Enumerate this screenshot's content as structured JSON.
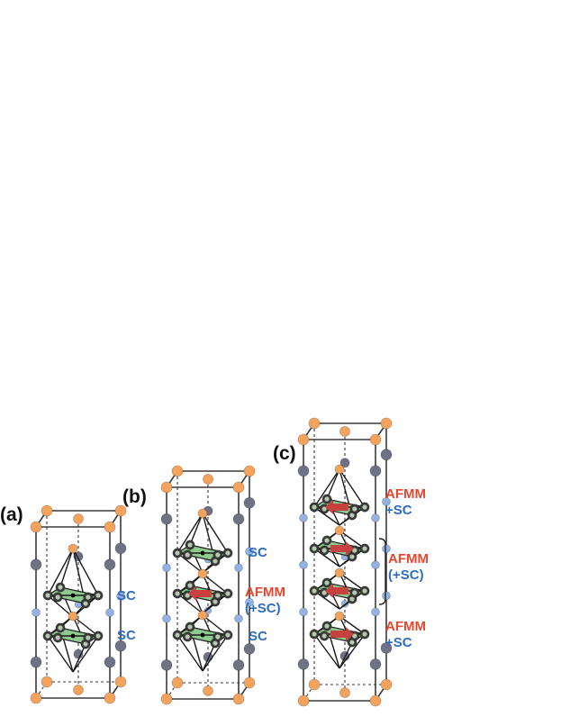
{
  "colors": {
    "corner_atom": "#f4a35c",
    "gray_atom": "#6f7184",
    "blue_atom": "#93b2e2",
    "fe_plane": "#8ec98e",
    "arrow": "#c94040",
    "label_red": "#e8472e",
    "label_blue": "#2d6cc0",
    "frame": "#3a3a3a"
  },
  "panels": {
    "a": {
      "label": "(a)",
      "annotations": [
        {
          "id": "sc-1",
          "lines": [
            {
              "text": "SC",
              "color": "blue"
            }
          ]
        },
        {
          "id": "sc-2",
          "lines": [
            {
              "text": "SC",
              "color": "blue"
            }
          ]
        }
      ]
    },
    "b": {
      "label": "(b)",
      "annotations": [
        {
          "id": "sc-1",
          "lines": [
            {
              "text": "SC",
              "color": "blue"
            }
          ]
        },
        {
          "id": "afmm",
          "lines": [
            {
              "text": "AFMM",
              "color": "red"
            },
            {
              "text": "(+SC)",
              "color": "blue"
            }
          ]
        },
        {
          "id": "sc-2",
          "lines": [
            {
              "text": "SC",
              "color": "blue"
            }
          ]
        }
      ]
    },
    "c": {
      "label": "(c)",
      "annotations": [
        {
          "id": "afmm-1",
          "lines": [
            {
              "text": "AFMM",
              "color": "red"
            },
            {
              "text": "+SC",
              "color": "blue"
            }
          ]
        },
        {
          "id": "afmm-2",
          "lines": [
            {
              "text": "AFMM",
              "color": "red"
            },
            {
              "text": "(+SC)",
              "color": "blue"
            }
          ]
        },
        {
          "id": "afmm-3",
          "lines": [
            {
              "text": "AFMM",
              "color": "red"
            },
            {
              "text": "+SC",
              "color": "blue"
            }
          ]
        }
      ]
    }
  }
}
